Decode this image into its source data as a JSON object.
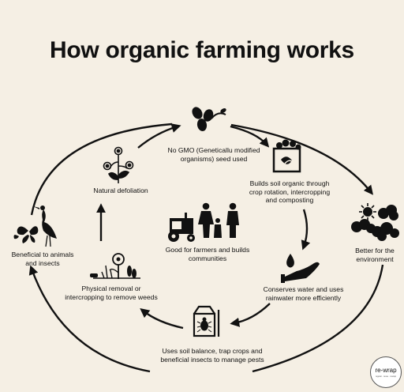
{
  "title": "How organic farming works",
  "steps": {
    "no_gmo": "No GMO (Geneticallu modified organisms) seed used",
    "soil_organic": "Builds soil organic through crop rotation, intercropping and composting",
    "environment": "Better for the environment",
    "water": "Conserves water and uses rainwater more efficiently",
    "pests": "Uses soil balance, trap crops and beneficial insects to manage pests",
    "weeds": "Physical removal or intercropping to remove weeds",
    "animals": "Beneficial to animals and insects",
    "defoliation": "Natural defoliation",
    "center": "Good for farmers and builds communities"
  },
  "logo": {
    "name": "re-wrap",
    "tagline": "regular · reuse · rewrap"
  },
  "colors": {
    "background": "#f5efe4",
    "ink": "#111111"
  }
}
